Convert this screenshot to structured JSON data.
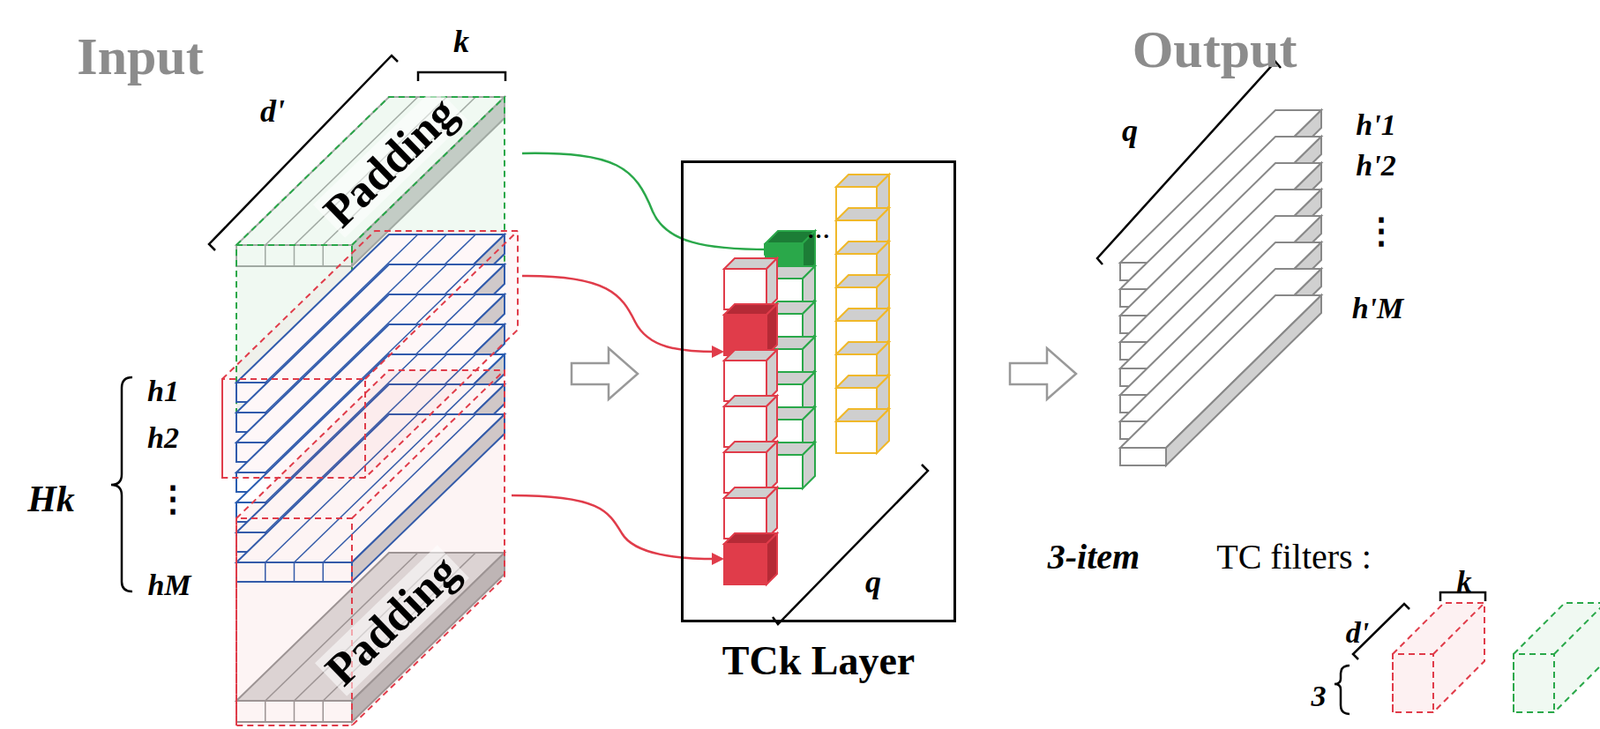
{
  "diagram": {
    "nodes": [
      {
        "text": [
          "Padding"
        ]
      },
      {
        "text": [
          "Padding"
        ]
      },
      {
        "text": [
          "TCk Layer"
        ]
      }
    ],
    "labels": [
      "Input",
      "k",
      "d'",
      "h1",
      "h2",
      "⋮",
      "hM",
      "Hk",
      "…",
      "q",
      "Output",
      "q",
      "h'1",
      "h'2",
      "⋮",
      "h'M",
      "3-item",
      "TC filters :",
      "d'",
      "k",
      "3"
    ]
  }
}
